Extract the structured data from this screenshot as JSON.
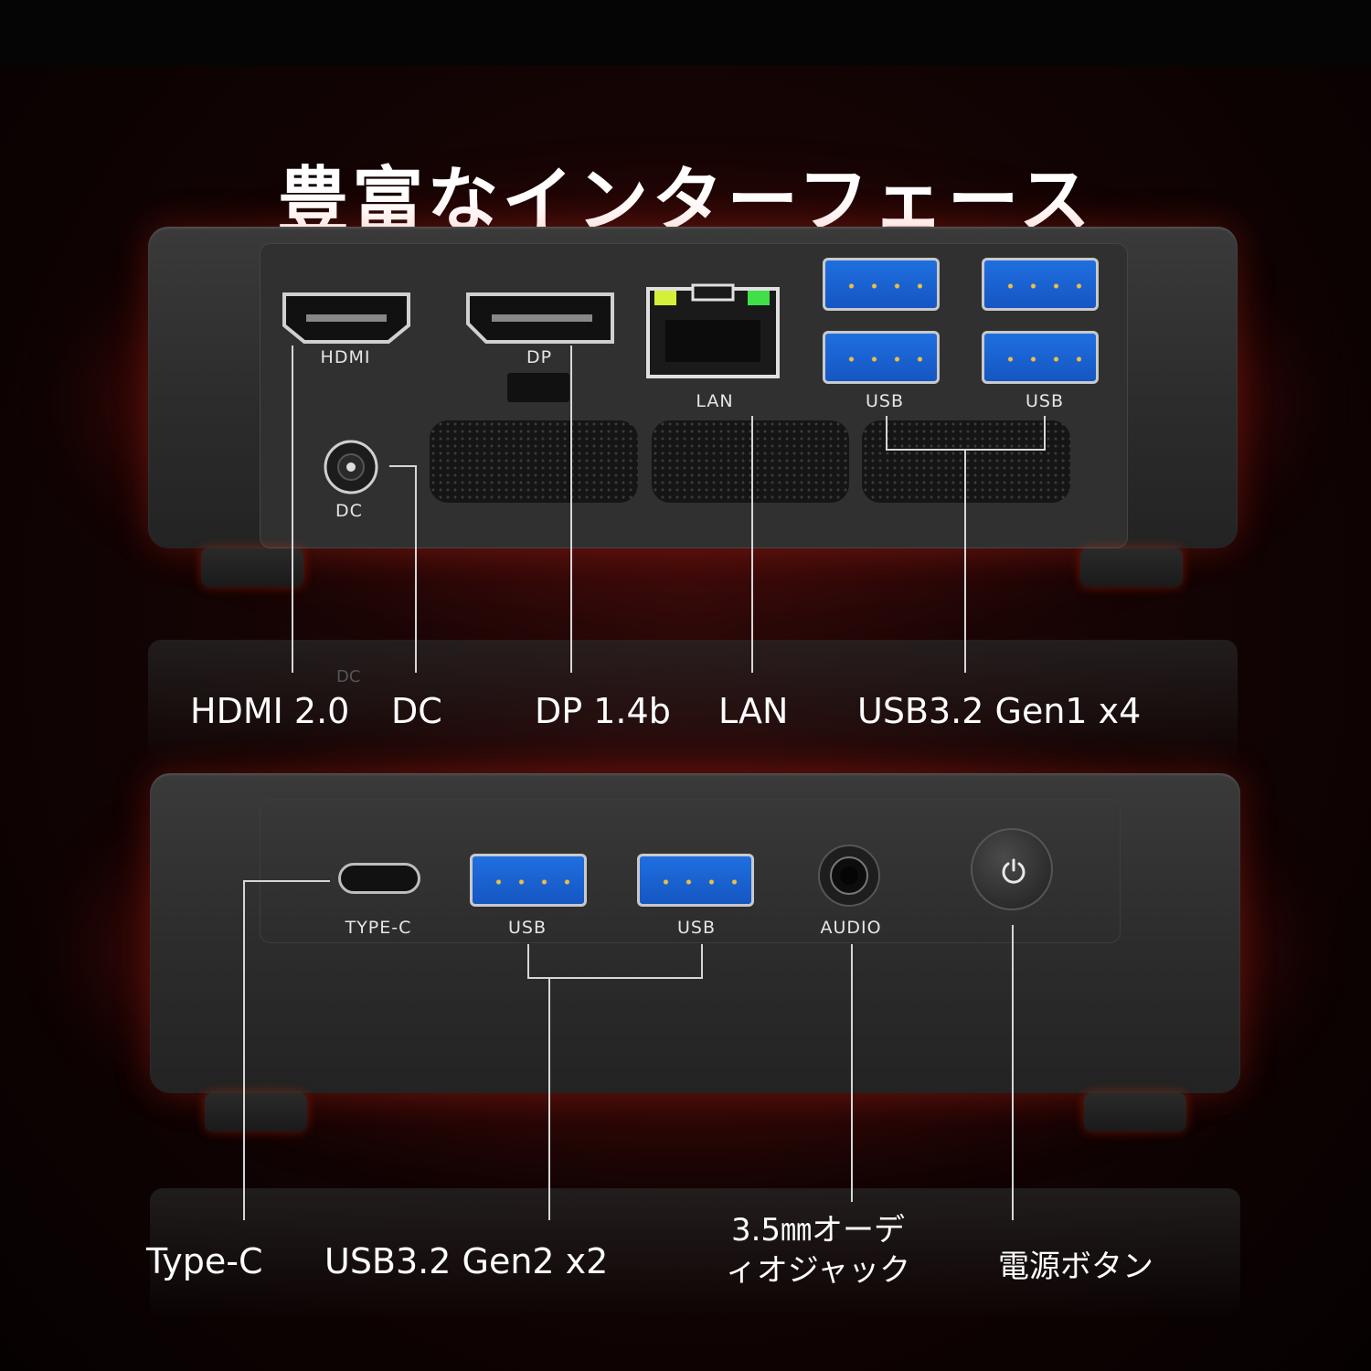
{
  "title": "豊富なインターフェース",
  "top_device": {
    "port_labels": {
      "hdmi": "HDMI",
      "dp": "DP",
      "lan": "LAN",
      "usb_left": "USB",
      "usb_right": "USB",
      "dc": "DC"
    },
    "reflection_label": "DC"
  },
  "bottom_device": {
    "port_labels": {
      "typec": "TYPE-C",
      "usb_left": "USB",
      "usb_right": "USB",
      "audio": "AUDIO"
    },
    "power_icon": "power-icon"
  },
  "callouts_top": {
    "hdmi": "HDMI 2.0",
    "dc": "DC",
    "dp": "DP 1.4b",
    "lan": "LAN",
    "usb": "USB3.2 Gen1 x4"
  },
  "callouts_bottom": {
    "typec": "Type-C",
    "usb": "USB3.2 Gen2 x2",
    "audio_line1": "3.5㎜オーデ",
    "audio_line2": "ィオジャック",
    "power": "電源ボタン"
  },
  "colors": {
    "usb_blue": "#1f6fe0",
    "lan_led_left": "#d6f03a",
    "lan_led_right": "#3fe04a",
    "background_glow": "#ff3b1f"
  }
}
